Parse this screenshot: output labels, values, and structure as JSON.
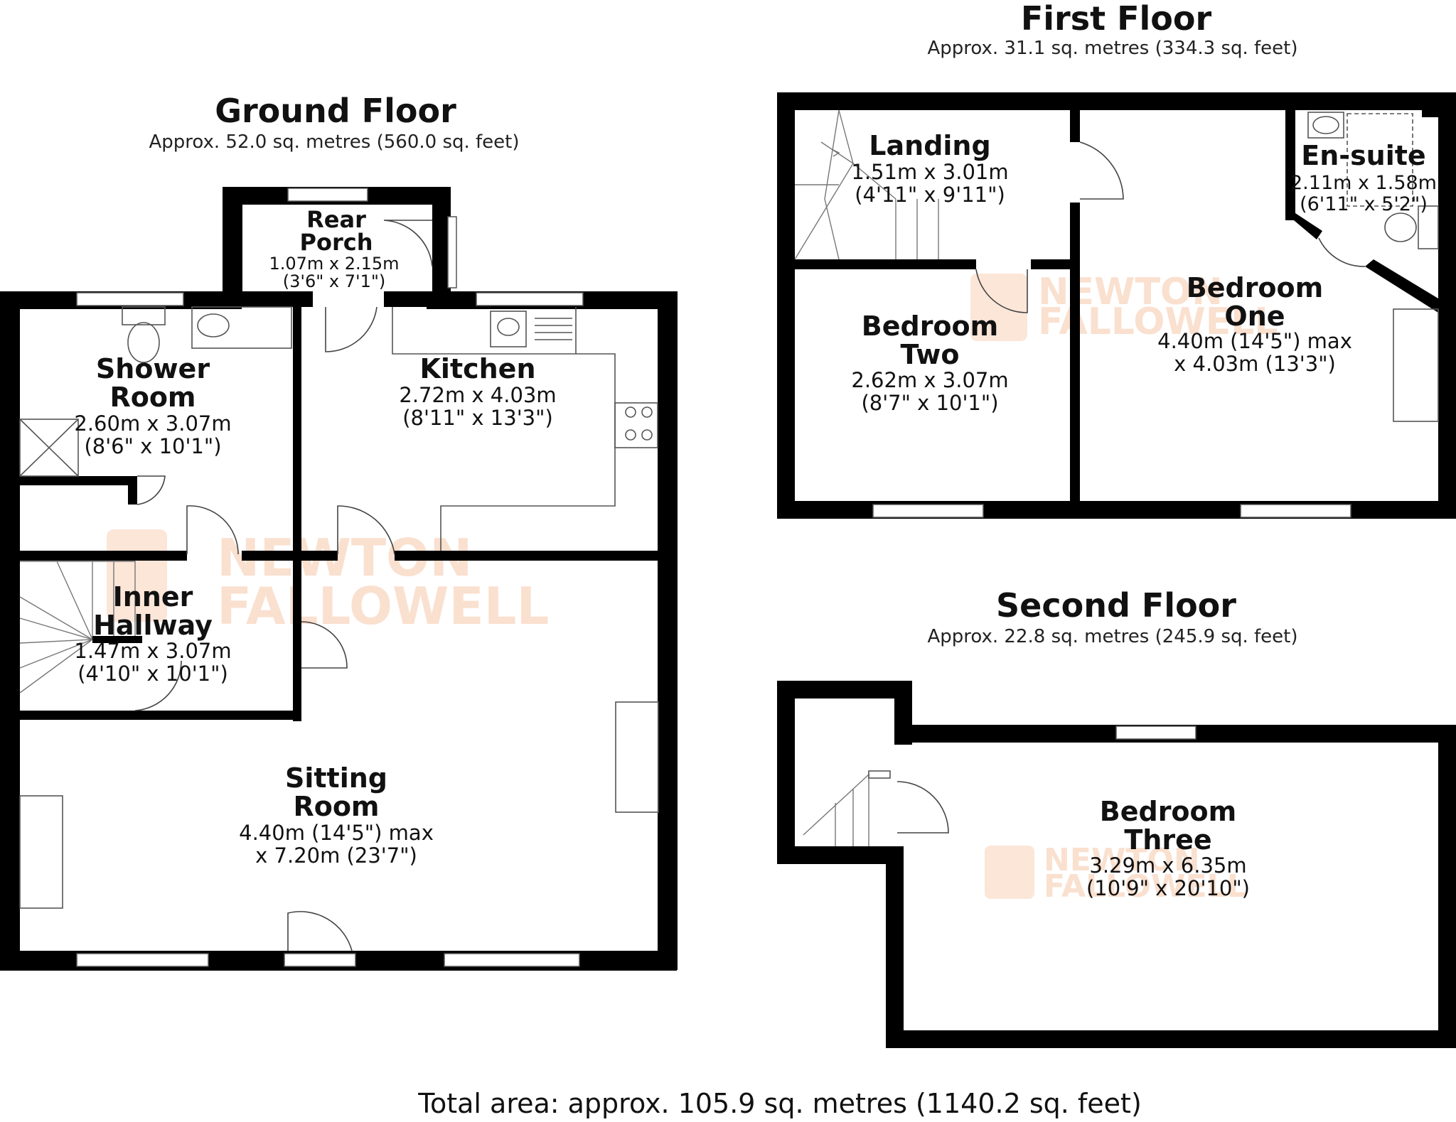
{
  "floors": {
    "ground": {
      "title": "Ground Floor",
      "area": "Approx. 52.0 sq. metres (560.0 sq. feet)",
      "rooms": {
        "rear_porch": {
          "name": [
            "Rear",
            "Porch"
          ],
          "dims": [
            "1.07m x 2.15m",
            "(3'6\" x 7'1\")"
          ]
        },
        "shower_room": {
          "name": [
            "Shower",
            "Room"
          ],
          "dims": [
            "2.60m x 3.07m",
            "(8'6\" x 10'1\")"
          ]
        },
        "kitchen": {
          "name": [
            "Kitchen"
          ],
          "dims": [
            "2.72m x 4.03m",
            "(8'11\" x 13'3\")"
          ]
        },
        "inner_hallway": {
          "name": [
            "Inner",
            "Hallway"
          ],
          "dims": [
            "1.47m x 3.07m",
            "(4'10\" x 10'1\")"
          ]
        },
        "sitting_room": {
          "name": [
            "Sitting",
            "Room"
          ],
          "dims": [
            "4.40m (14'5\") max",
            "x 7.20m (23'7\")"
          ]
        }
      }
    },
    "first": {
      "title": "First Floor",
      "area": "Approx. 31.1 sq. metres (334.3 sq. feet)",
      "rooms": {
        "landing": {
          "name": [
            "Landing"
          ],
          "dims": [
            "1.51m x 3.01m",
            "(4'11\" x 9'11\")"
          ]
        },
        "en_suite": {
          "name": [
            "En-suite"
          ],
          "dims": [
            "2.11m x 1.58m",
            "(6'11\" x 5'2\")"
          ]
        },
        "bedroom_one": {
          "name": [
            "Bedroom",
            "One"
          ],
          "dims": [
            "4.40m (14'5\") max",
            "x 4.03m (13'3\")"
          ]
        },
        "bedroom_two": {
          "name": [
            "Bedroom",
            "Two"
          ],
          "dims": [
            "2.62m x 3.07m",
            "(8'7\" x 10'1\")"
          ]
        }
      }
    },
    "second": {
      "title": "Second Floor",
      "area": "Approx. 22.8 sq. metres (245.9 sq. feet)",
      "rooms": {
        "bedroom_three": {
          "name": [
            "Bedroom",
            "Three"
          ],
          "dims": [
            "3.29m x 6.35m",
            "(10'9\" x 20'10\")"
          ]
        }
      }
    }
  },
  "total": "Total area: approx. 105.9 sq. metres (1140.2 sq. feet)",
  "watermark": [
    "NEWTON",
    "FALLOWELL"
  ],
  "colors": {
    "wall": "#000000",
    "watermark": "#f6c7a8",
    "text": "#111111"
  }
}
